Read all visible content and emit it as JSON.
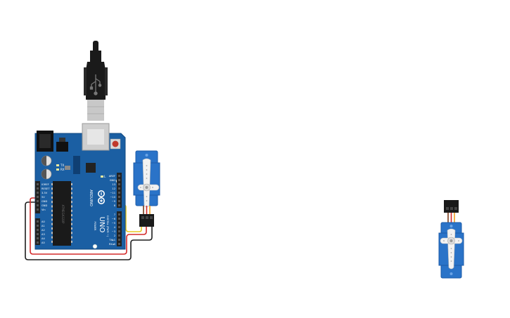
{
  "board": {
    "model_label": "UNO",
    "brand_label": "ARDUINO",
    "reset_label": "RESET",
    "led_tx": "TX",
    "led_rx": "RX",
    "led_l": "L",
    "power_pins": [
      "IOREF",
      "RESET",
      "3.3V",
      "5V",
      "GND",
      "GND",
      "Vin"
    ],
    "analog_header": "ANALOG IN",
    "analog_pins": [
      "A0",
      "A1",
      "A2",
      "A3",
      "A4",
      "A5"
    ],
    "digital_header": "DIGITAL (PWM ~)",
    "digital_pins_top": [
      "AREF",
      "GND",
      "13",
      "12",
      "~11",
      "~10",
      "~9",
      "8"
    ],
    "digital_pins_bottom": [
      "7",
      "~6",
      "~5",
      "4",
      "~3",
      "2",
      "TX▸1",
      "RX◂0"
    ],
    "power_header": "POWER",
    "chip_label": "ATMEGA328P"
  },
  "colors": {
    "board": "#1b5fa3",
    "board_edge": "#134a82",
    "servo_body": "#2a73c8",
    "wire_black": "#1e1e1e",
    "wire_red": "#d42a2a",
    "wire_yellow": "#e8c920",
    "usb_cable": "#1a1a1a",
    "usb_metal": "#c8c8c8",
    "reset_button": "#c0392b"
  },
  "icons": {
    "usb": "usb-icon",
    "servo_horn": "servo-horn-icon"
  }
}
